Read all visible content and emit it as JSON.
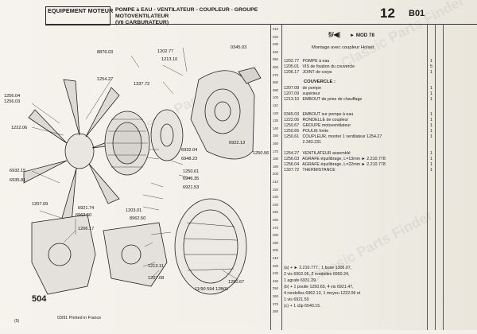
{
  "header": {
    "section_title": "EQUIPEMENT MOTEUR",
    "subtitle": "POMPE à EAU - VENTILATEUR - COUPLEUR - GROUPE MOTOVENTILATEUR",
    "subtitle2": "(V6 CARBURATEUR)",
    "page_number": "12",
    "page_code": "B01"
  },
  "catalog": {
    "model_mark": "MOD 78",
    "mount_title": "Montage avec coupleur Holset",
    "parts_a": [
      {
        "ref": "1202.77",
        "desc": "POMPE à eau",
        "qty": "1"
      },
      {
        "ref": "1205.01",
        "desc": "VIS de fixation du couvercle",
        "qty": "5"
      },
      {
        "ref": "1206.17",
        "desc": "JOINT de corps",
        "qty": "1"
      }
    ],
    "sect_couvercle": "COUVERCLE :",
    "parts_b": [
      {
        "ref": "1207.08",
        "desc": "de pompe",
        "qty": "1"
      },
      {
        "ref": "1207.09",
        "desc": "supérieur",
        "qty": "1"
      },
      {
        "ref": "1213.10",
        "desc": "EMBOUT de prise de chauffage",
        "qty": "1"
      }
    ],
    "parts_c": [
      {
        "ref": "0345.03",
        "desc": "EMBOUT sur pompe à eau",
        "qty": "1"
      },
      {
        "ref": "1222.06",
        "desc": "RONDELLE de coupleur",
        "qty": "1"
      },
      {
        "ref": "1250.67",
        "desc": "GROUPE motoventilateur",
        "qty": "1"
      },
      {
        "ref": "1250.65",
        "desc": "POULIE fonte",
        "qty": "1"
      },
      {
        "ref": "1250.61",
        "desc": "COUPLEUR, monter 1 ventilateur 1254.27",
        "qty": "1"
      },
      {
        "ref": "",
        "desc": "2.343.231",
        "qty": ""
      }
    ],
    "parts_d": [
      {
        "ref": "1254.27",
        "desc": "VENTILATEUR assemblé",
        "qty": "1"
      },
      {
        "ref": "1256.03",
        "desc": "AGRAFE équilibrage, L=13mm ► 2.210.778",
        "qty": "1"
      },
      {
        "ref": "1256.04",
        "desc": "AGRAFE équilibrage, L=22mm ► 2.210.778",
        "qty": "1"
      },
      {
        "ref": "1337.72",
        "desc": "THERMISTANCE",
        "qty": "1"
      }
    ],
    "notes": [
      "(a)   +  ► 2.210.777 : 1 buse 1306.07,",
      "        2 vis 6902.06, 2 rondelles 6950.24,",
      "        1 agrafe 6931.29.",
      "(b)   +  1 poulie 1250.65, 4 vis 6921.47,",
      "        4 rondelles 6962.13, 1 moyeu 1222.06 et",
      "        1 vis 6921.50",
      "(c)   +  1 clip 6540.15."
    ],
    "row_numbers": [
      "010",
      "020",
      "030",
      "040",
      "050",
      "060",
      "070",
      "080",
      "090",
      "100",
      "110",
      "120",
      "130",
      "140",
      "150",
      "160",
      "170",
      "180",
      "190",
      "200",
      "210",
      "220",
      "230",
      "240",
      "250",
      "260",
      "270",
      "280",
      "290",
      "300",
      "310",
      "320",
      "330",
      "340",
      "350",
      "360",
      "370",
      "380"
    ]
  },
  "diagram_labels": {
    "l1": "1202.77",
    "l2": "0345.03",
    "l3": "8876.03",
    "l4": "1213.10",
    "l5": "1254.27",
    "l6": "1337.72",
    "l7": "1256.04",
    "l8": "1256.03",
    "l9": "1222.06",
    "l10": "6932.04",
    "l11": "6948.23",
    "l12": "6922.13",
    "l13": "1250.56",
    "l14": "1250.61",
    "l15": "6946.35",
    "l16": "6921.53",
    "l17": "6932.15",
    "l18": "6935.81",
    "l19": "1207.09",
    "l20": "6921.74",
    "l21": "6962.50",
    "l22": "1206.17",
    "l23": "1203.01",
    "l24": "8962.50",
    "l25": "1213.11",
    "l26": "1207.08",
    "l27": "1250.67",
    "l28": "11/90 594 12B01"
  },
  "footer": {
    "print_note": "03/91 Printed in France",
    "page": "504",
    "mark": "(5)"
  },
  "watermark": "Classic Parts Finder"
}
